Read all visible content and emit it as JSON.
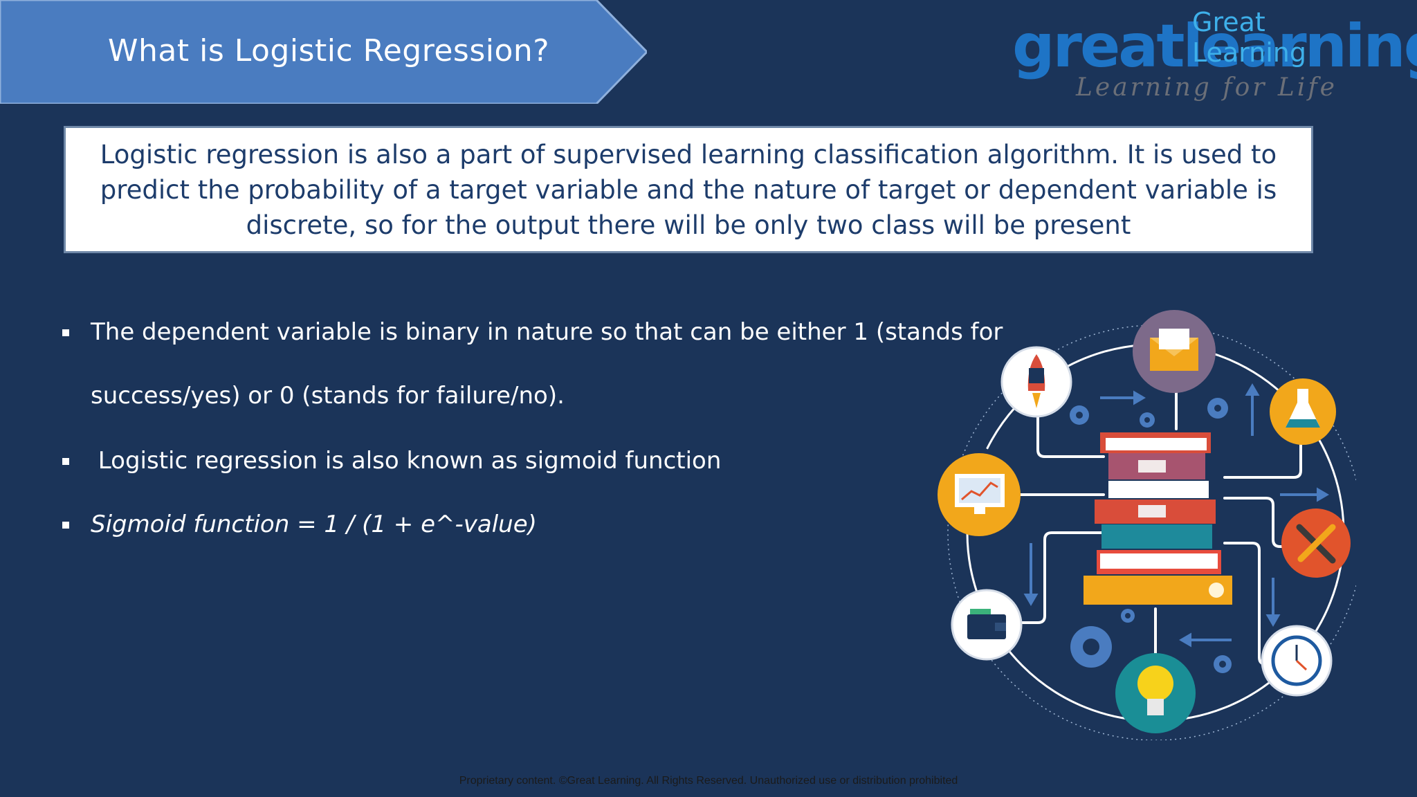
{
  "header": {
    "title": "What is Logistic Regression?"
  },
  "logo": {
    "wordmark": "greatlearning",
    "overlay_text": "Great\nLearning",
    "tagline": "Learning for Life",
    "color": "#1e74c6"
  },
  "definition": {
    "text": "Logistic regression is also a part of supervised learning classification algorithm. It is used to predict the probability of a target variable and the nature of target or dependent variable is discrete, so for the output there will be only two class will be present"
  },
  "bullets": {
    "item1_line1": "The dependent variable is binary in nature so that can be either 1 (stands for",
    "item1_line2": "success/yes) or 0 (stands for failure/no).",
    "item2": " Logistic regression is also known as sigmoid function",
    "item3": "Sigmoid function = 1 / (1 + e^-value)"
  },
  "illustration": {
    "icons": [
      "rocket-icon",
      "mail-icon",
      "flask-icon",
      "monitor-chart-icon",
      "tools-icon",
      "wallet-icon",
      "clock-icon",
      "lightbulb-icon",
      "books-stack-icon",
      "gear-icon"
    ],
    "colors": {
      "background": "#1b3459",
      "line": "#ffffff",
      "mail_circle": "#7d6a8a",
      "flask_circle": "#f2a71b",
      "monitor_circle": "#f2a71b",
      "tools_circle": "#e1542c",
      "bulb_circle": "#1a8e96"
    }
  },
  "footer": {
    "text": "Proprietary content. ©Great Learning. All Rights Reserved. Unauthorized use or distribution prohibited"
  }
}
